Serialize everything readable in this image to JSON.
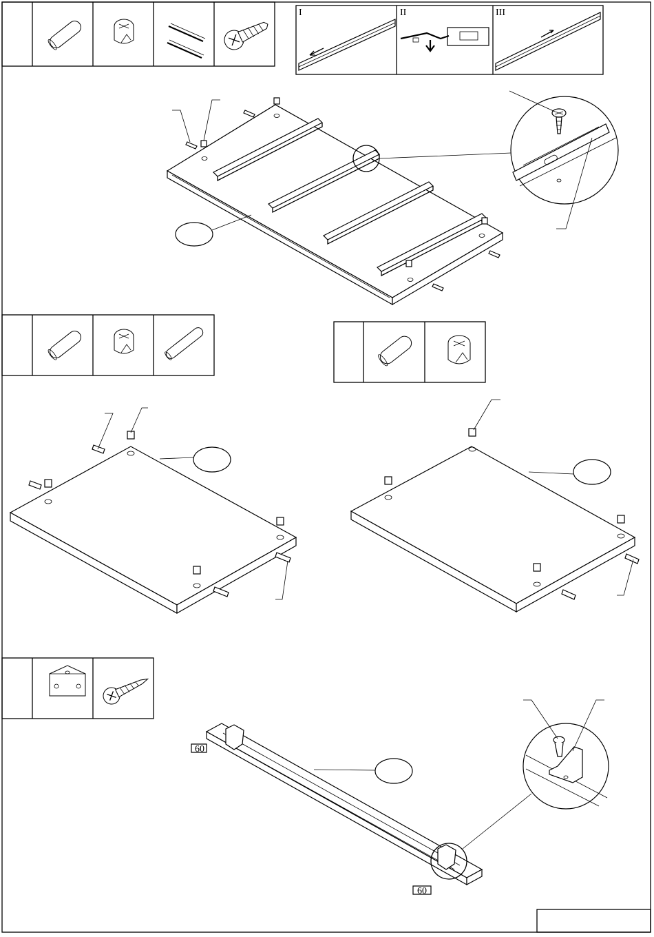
{
  "step_panels": {
    "panel_1": "I",
    "panel_2": "II",
    "panel_3": "III"
  },
  "corner_box": {
    "text": ""
  },
  "icons": {
    "row1": [
      "dowel-icon",
      "cam-lock-icon",
      "drawer-rail-icon",
      "countersunk-screw-icon"
    ],
    "row2": [
      "dowel-icon",
      "cam-lock-icon",
      "short-dowel-icon"
    ],
    "row2b": [
      "dowel-icon",
      "cam-lock-icon"
    ],
    "row3": [
      "corner-bracket-icon",
      "wood-screw-icon"
    ]
  },
  "dimension_marks": {
    "left": "60",
    "right": "60"
  },
  "colors": {
    "line": "#000000",
    "paper": "#ffffff"
  }
}
